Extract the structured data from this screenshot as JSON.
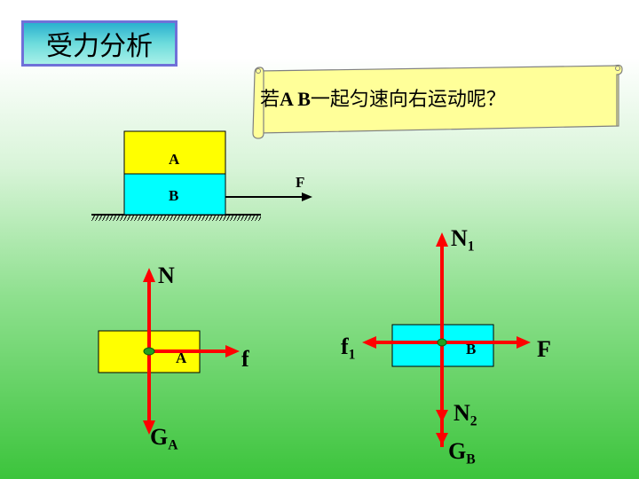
{
  "title": "受力分析",
  "question": {
    "prefix": "若",
    "bold": "A B",
    "suffix": "一起匀速向右运动呢？"
  },
  "setup": {
    "block_top_label": "A",
    "block_bottom_label": "B",
    "force_label": "F"
  },
  "diagram_a": {
    "block_label": "A",
    "normal": "N",
    "friction": "f",
    "gravity_main": "G",
    "gravity_sub": "A"
  },
  "diagram_b": {
    "block_label": "B",
    "normal_main": "N",
    "normal_sub": "1",
    "friction_main": "f",
    "friction_sub": "1",
    "force": "F",
    "n2_main": "N",
    "n2_sub": "2",
    "gravity_main": "G",
    "gravity_sub": "B"
  },
  "colors": {
    "block_yellow": "#ffff00",
    "block_cyan": "#00ffff",
    "arrow_red": "#ff0000",
    "dot_green": "#20a020"
  }
}
